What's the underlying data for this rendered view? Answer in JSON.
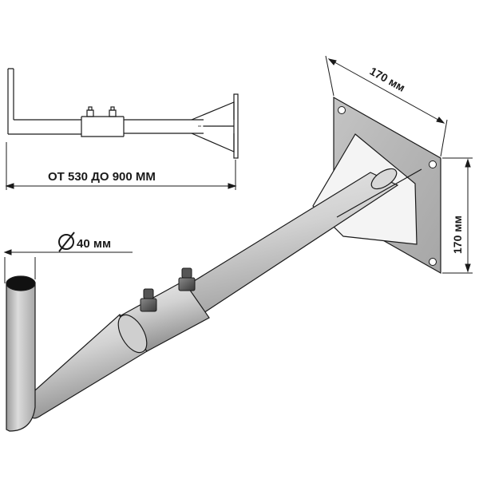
{
  "dimensions": {
    "length_range": "ОТ 530 ДО 900  ММ",
    "diameter": "40 мм",
    "plate_width": "170 мм",
    "plate_height": "170 мм"
  },
  "colors": {
    "line": "#1a1a1a",
    "steel": "#c9c9c9",
    "steel_light": "#e6e6e6",
    "steel_dark": "#8a8a8a",
    "plate": "#b4b4b4",
    "gusset": "#f2f2f2"
  }
}
